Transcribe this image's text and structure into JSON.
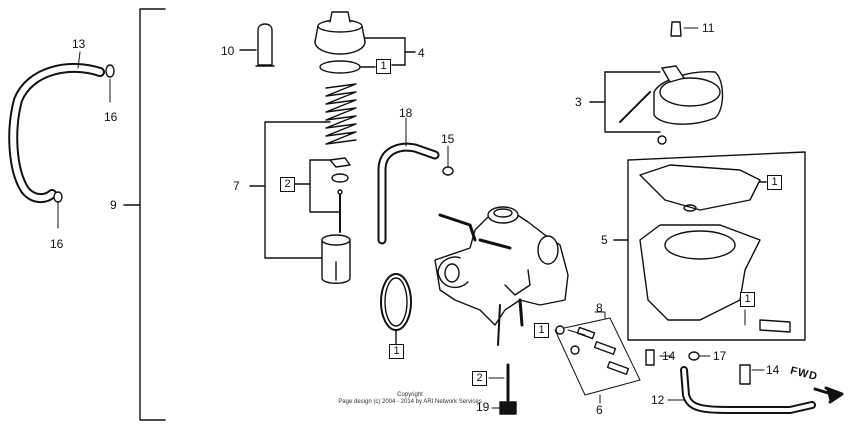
{
  "callouts": {
    "p1": "1",
    "p2": "2",
    "p3": "3",
    "p4": "4",
    "p5": "5",
    "p6": "6",
    "p7": "7",
    "p8": "8",
    "p9": "9",
    "p10": "10",
    "p11": "11",
    "p12": "12",
    "p13": "13",
    "p14": "14",
    "p15": "15",
    "p16": "16",
    "p17": "17",
    "p18": "18",
    "p19": "19"
  },
  "fwd_label": "FWD",
  "copyright": {
    "line1": "Copyright",
    "line2": "Page design (c) 2004 - 2014 by ARI Network Services"
  }
}
